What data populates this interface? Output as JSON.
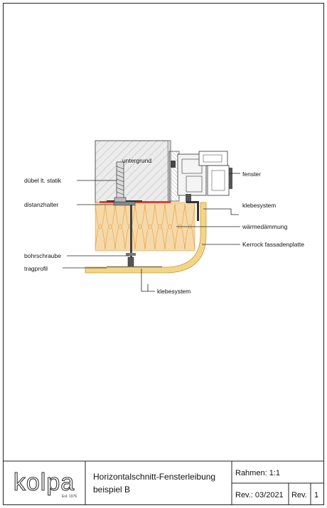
{
  "labels": {
    "untergrund": "untergrund",
    "duebel": "dübel lt. statik",
    "distanzhalter": "distanzhalter",
    "bohrschraube": "bohrschraube",
    "tragprofil": "tragprofil",
    "fenster": "fenster",
    "klebesystem_top": "klebesystem",
    "waermedaemmung": "wärmedämmung",
    "kerrock": "Kerrock fassadenplatte",
    "klebesystem_bottom": "klebesystem"
  },
  "title_block": {
    "logo_text": "kolpa",
    "logo_est": "Est. 1976",
    "title_line1": "Horizontalschnitt-Fensterleibung",
    "title_line2": "beispiel B",
    "rahmen": "Rahmen: 1:1",
    "rev_date": "Rev.: 03/2021",
    "rev_label": "Rev.",
    "rev_number": "1"
  },
  "colors": {
    "insulation": "#f6d9a8",
    "insulation_stroke": "#e2a14a",
    "kerrock": "#f3d58a",
    "kerrock_stroke": "#c99a2e",
    "gasket": "#e0412f"
  }
}
